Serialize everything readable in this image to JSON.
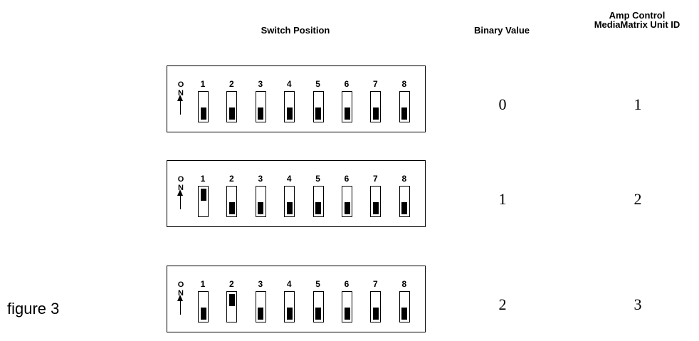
{
  "headers": {
    "switch_position": "Switch Position",
    "binary_value": "Binary Value",
    "unit_id_line1": "Amp Control",
    "unit_id_line2": "MediaMatrix Unit ID"
  },
  "on_label": [
    "O",
    "N"
  ],
  "switch_numbers": [
    "1",
    "2",
    "3",
    "4",
    "5",
    "6",
    "7",
    "8"
  ],
  "rows": [
    {
      "switches": [
        false,
        false,
        false,
        false,
        false,
        false,
        false,
        false
      ],
      "binary_value": "0",
      "unit_id": "1"
    },
    {
      "switches": [
        true,
        false,
        false,
        false,
        false,
        false,
        false,
        false
      ],
      "binary_value": "1",
      "unit_id": "2"
    },
    {
      "switches": [
        false,
        true,
        false,
        false,
        false,
        false,
        false,
        false
      ],
      "binary_value": "2",
      "unit_id": "3"
    }
  ],
  "figure_label": "figure 3"
}
